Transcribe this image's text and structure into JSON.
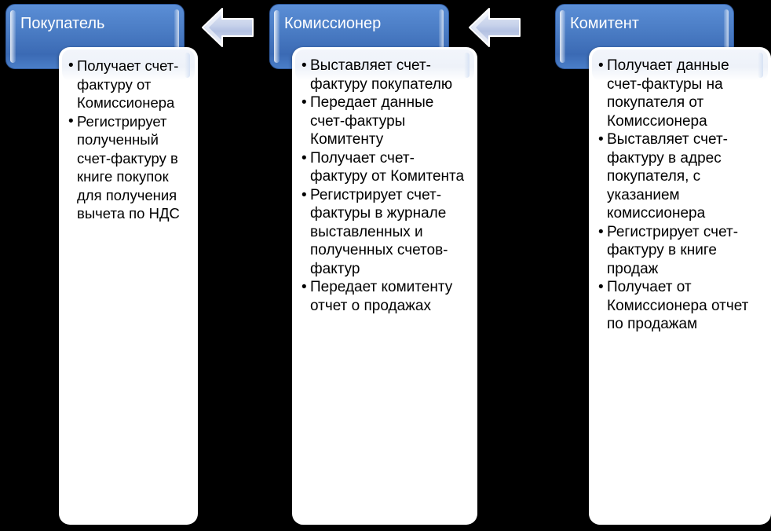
{
  "diagram": {
    "title": "Schema obmena schetami-fakturami",
    "colors": {
      "role_box_fill": "#4a7cc4",
      "role_box_border": "#2f5a9e",
      "role_label_text": "#ffffff",
      "card_fill": "#ffffff",
      "card_text": "#000000",
      "arrow_fill": "#c3cfe9",
      "arrow_border": "#ffffff",
      "background": "#000000"
    },
    "columns": [
      {
        "role": "Покупатель",
        "bullets": [
          "Получает счет-фактуру от Комиссионера",
          "Регистрирует полученный счет-фактуру в книге покупок для получения вычета по НДС"
        ]
      },
      {
        "role": "Комиссионер",
        "bullets": [
          "Выставляет счет-фактуру покупателю",
          "Передает данные счет-фактуры Комитенту",
          "Получает счет-фактуру от Комитента",
          "Регистрирует счет-фактуры в журнале выставленных и полученных счетов-фактур",
          "Передает комитенту отчет о продажах"
        ]
      },
      {
        "role": "Комитент",
        "bullets": [
          "Получает данные счет-фактуры на покупателя от Комиссионера",
          "Выставляет счет-фактуру в адрес покупателя, с указанием комиссионера",
          "Регистрирует счет-фактуру в книге продаж",
          "Получает от Комиссионера отчет по продажам"
        ]
      }
    ],
    "arrows": [
      {
        "name": "arrow-left-commissioner-to-buyer",
        "direction": "left"
      },
      {
        "name": "arrow-left-committent-to-commissioner",
        "direction": "left"
      }
    ]
  }
}
